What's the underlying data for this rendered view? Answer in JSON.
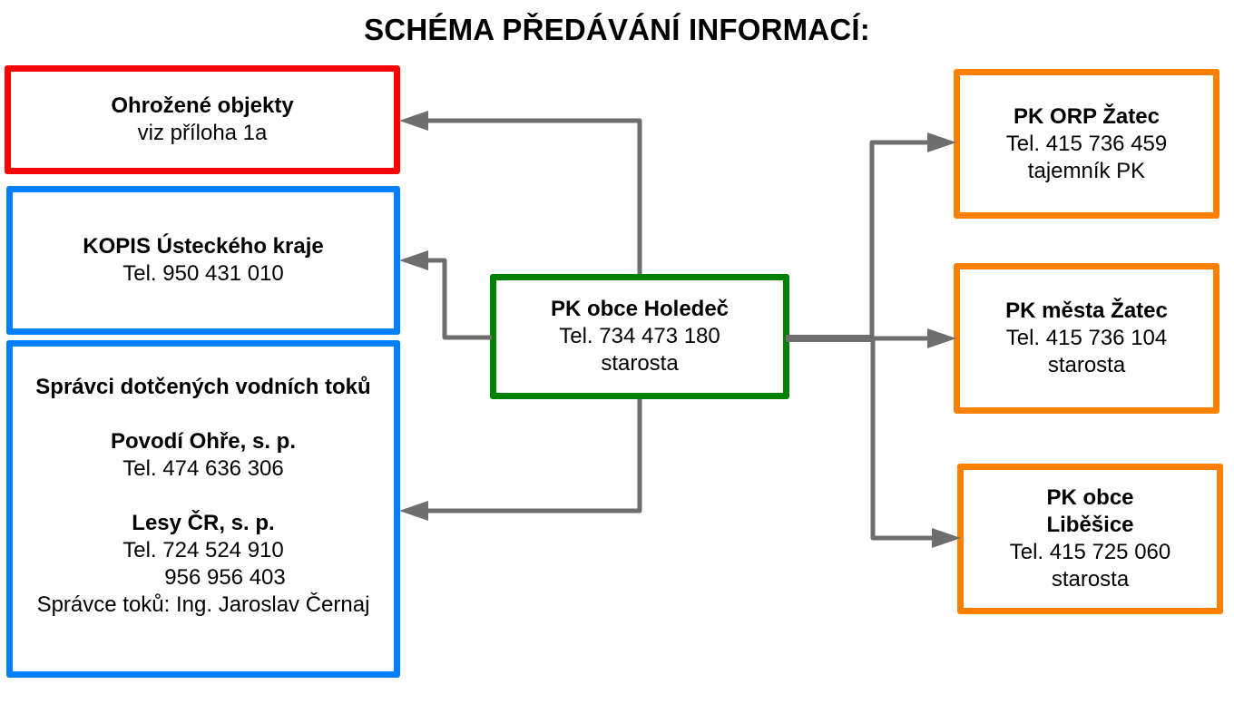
{
  "title": "SCHÉMA PŘEDÁVÁNÍ INFORMACÍ:",
  "colors": {
    "threatened": "#ff0000",
    "agency": "#0080ff",
    "center": "#008000",
    "recipient": "#ff8000",
    "connector": "#6e6e6e"
  },
  "left": {
    "threatened": {
      "heading": "Ohrožené objekty",
      "line1": "viz příloha 1a"
    },
    "kopis": {
      "heading": "KOPIS Ústeckého kraje",
      "line1": "Tel. 950 431 010"
    },
    "managers": {
      "heading": "Správci dotčených vodních toků",
      "org1": {
        "name": "Povodí Ohře, s. p.",
        "tel": "Tel. 474 636 306"
      },
      "org2": {
        "name": "Lesy ČR, s. p.",
        "tel": "Tel. 724 524 910",
        "tel2": "956 956 403",
        "contact": "Správce toků: Ing. Jaroslav Černaj"
      }
    }
  },
  "center": {
    "heading": "PK obce Holedeč",
    "tel": "Tel. 734 473 180",
    "role": "starosta"
  },
  "right": [
    {
      "heading": "PK ORP Žatec",
      "tel": "Tel.  415 736 459",
      "role": "tajemník PK"
    },
    {
      "heading": "PK města Žatec",
      "tel": "Tel.  415 736 104",
      "role": "starosta"
    },
    {
      "heading1": "PK obce",
      "heading2": "Liběšice",
      "tel": "Tel.  415 725 060",
      "role": "starosta"
    }
  ]
}
